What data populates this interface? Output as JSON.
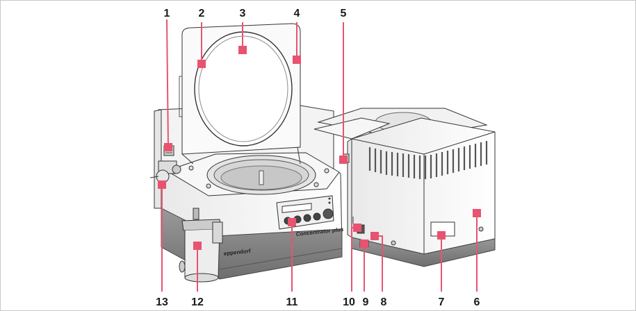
{
  "device": {
    "brand_text": "eppendorf",
    "model_text": "Concentrator plus"
  },
  "accent_color": "#e8536f",
  "callouts": [
    {
      "label": "1"
    },
    {
      "label": "2"
    },
    {
      "label": "3"
    },
    {
      "label": "4"
    },
    {
      "label": "5"
    },
    {
      "label": "6"
    },
    {
      "label": "7"
    },
    {
      "label": "8"
    },
    {
      "label": "9"
    },
    {
      "label": "10"
    },
    {
      "label": "11"
    },
    {
      "label": "12"
    },
    {
      "label": "13"
    }
  ]
}
